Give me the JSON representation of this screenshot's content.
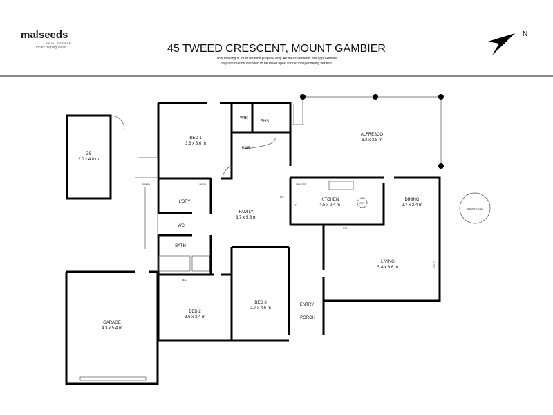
{
  "header": {
    "logo": "malseeds",
    "logo_sub": "REAL ESTATE",
    "logo_tag": "locals helping locals",
    "title": "45 TWEED CRESCENT, MOUNT GAMBIER",
    "disclaimer_1": "This drawing is for illustration purpose only. All measurements are approximate",
    "disclaimer_2": "only information intended to be relied upon should independently verified.",
    "north_label": "N"
  },
  "rooms": {
    "gs": {
      "name": "GS",
      "dims": "2.0 x 4.0 m"
    },
    "garage": {
      "name": "GARAGE",
      "dims": "4.3 x 5.4 m"
    },
    "bed1": {
      "name": "BED 1",
      "dims": "3.6 x 3.6 m"
    },
    "bed2": {
      "name": "BED 2",
      "dims": "3.6 x 3.4 m"
    },
    "bed3": {
      "name": "BED 3",
      "dims": "2.7 x 4.6 m"
    },
    "family": {
      "name": "FAMILY",
      "dims": "3.7 x 5.6 m"
    },
    "alfresco": {
      "name": "ALFRESCO",
      "dims": "6.3 x 3.8 m"
    },
    "kitchen": {
      "name": "KITCHEN",
      "dims": "4.5 x 2.4 m"
    },
    "dining": {
      "name": "DINING",
      "dims": "2.7 x 2.4 m"
    },
    "living": {
      "name": "LIVING",
      "dims": "5.4 x 3.6 m"
    },
    "wir": "WIR",
    "ens": "ENS",
    "bar": "BAR",
    "ldry": "L'DRY",
    "linen": "LINEN",
    "wc": "WC",
    "bath": "BATH",
    "bic": "BIC",
    "ramp": "RAMP",
    "pantry": "PANTRY",
    "sky": "SKY",
    "eh": "EH",
    "entry": "ENTRY",
    "porch": "PORCH",
    "split": "SPLIT",
    "watertank": "WATERTANK",
    "wf": "WF",
    "f": "F"
  }
}
